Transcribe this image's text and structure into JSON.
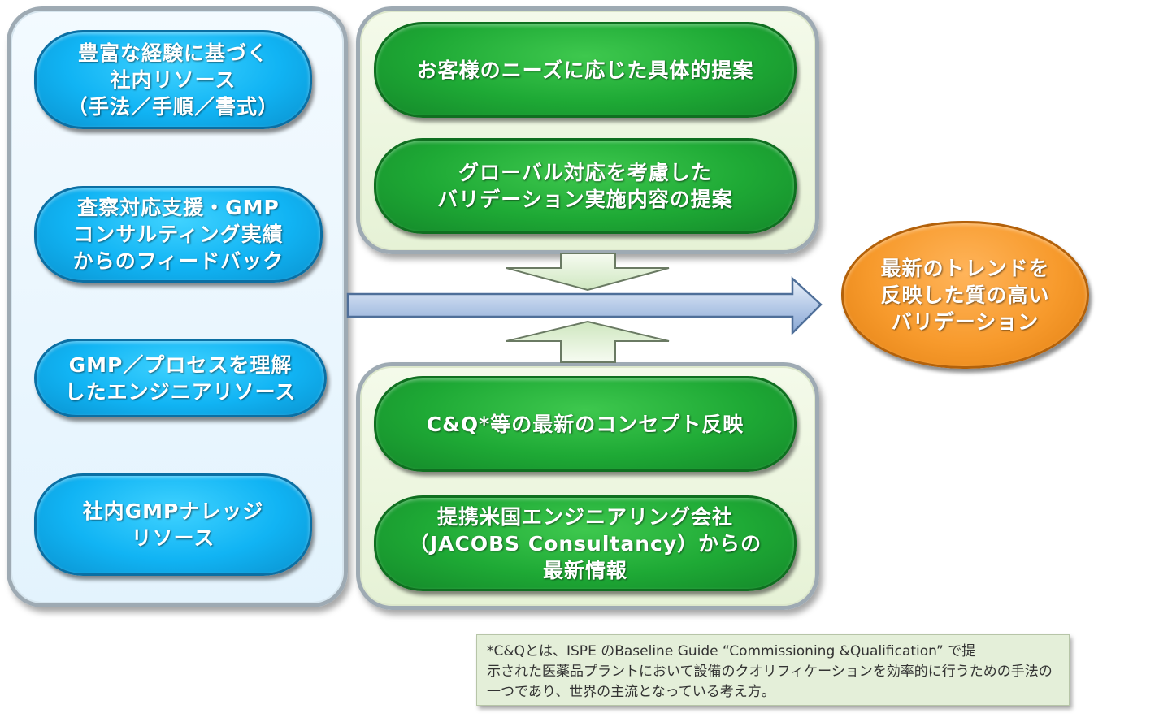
{
  "left_panel": {
    "items": [
      {
        "label": "豊富な経験に基づく\n社内リソース\n（手法／手順／書式）"
      },
      {
        "label": "査察対応支援・GMP\nコンサルティング実績\nからのフィードバック"
      },
      {
        "label": "GMP／プロセスを理解\nしたエンジニアリソース"
      },
      {
        "label": "社内GMPナレッジ\nリソース"
      }
    ]
  },
  "top_panel": {
    "items": [
      {
        "label": "お客様のニーズに応じた具体的提案"
      },
      {
        "label": "グローバル対応を考慮した\nバリデーション実施内容の提案"
      }
    ]
  },
  "bottom_panel": {
    "items": [
      {
        "label": "C&Q*等の最新のコンセプト反映"
      },
      {
        "label": "提携米国エンジニアリング会社\n（JACOBS Consultancy）からの\n最新情報"
      }
    ]
  },
  "result": {
    "label": "最新のトレンドを\n反映した質の高い\nバリデーション"
  },
  "footnote": {
    "lines": [
      "*C&Qとは、ISPE のBaseline Guide “Commissioning &Qualification” で提",
      "示された医薬品プラントにおいて設備のクオリフィケーションを効率的に行うための手法の",
      "一つであり、世界の主流となっている考え方。"
    ]
  },
  "colors": {
    "blue_pill": "#11b4f4",
    "green_pill": "#1ea935",
    "orange_pill": "#f79a2c",
    "arrow_fill": "#dbeed0",
    "main_arrow": "#b9cfec"
  }
}
